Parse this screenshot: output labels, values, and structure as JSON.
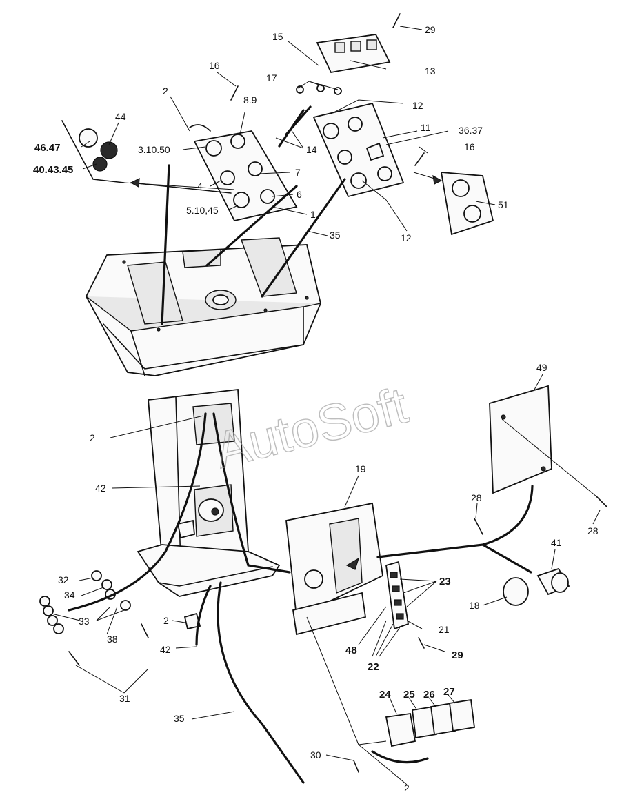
{
  "watermark": "AutoSoft",
  "callouts": [
    {
      "id": "c29a",
      "text": "29"
    },
    {
      "id": "c15",
      "text": "15"
    },
    {
      "id": "c13",
      "text": "13"
    },
    {
      "id": "c16a",
      "text": "16"
    },
    {
      "id": "c17",
      "text": "17"
    },
    {
      "id": "c2a",
      "text": "2"
    },
    {
      "id": "c89",
      "text": "8.9"
    },
    {
      "id": "c12a",
      "text": "12"
    },
    {
      "id": "c44",
      "text": "44"
    },
    {
      "id": "c4647",
      "text": "46.47"
    },
    {
      "id": "c31050",
      "text": "3.10.50"
    },
    {
      "id": "c11",
      "text": "11"
    },
    {
      "id": "c3637",
      "text": "36.37"
    },
    {
      "id": "c14",
      "text": "14"
    },
    {
      "id": "c16b",
      "text": "16"
    },
    {
      "id": "c404345",
      "text": "40.43.45"
    },
    {
      "id": "c7",
      "text": "7"
    },
    {
      "id": "c4",
      "text": "4"
    },
    {
      "id": "c6",
      "text": "6"
    },
    {
      "id": "c51",
      "text": "51"
    },
    {
      "id": "c51045",
      "text": "5.10,45"
    },
    {
      "id": "c1",
      "text": "1"
    },
    {
      "id": "c35a",
      "text": "35"
    },
    {
      "id": "c12b",
      "text": "12"
    },
    {
      "id": "c49",
      "text": "49"
    },
    {
      "id": "c2b",
      "text": "2"
    },
    {
      "id": "c19",
      "text": "19"
    },
    {
      "id": "c42a",
      "text": "42"
    },
    {
      "id": "c28a",
      "text": "28"
    },
    {
      "id": "c28b",
      "text": "28"
    },
    {
      "id": "c41",
      "text": "41"
    },
    {
      "id": "c23",
      "text": "23"
    },
    {
      "id": "c32",
      "text": "32"
    },
    {
      "id": "c34",
      "text": "34"
    },
    {
      "id": "c18",
      "text": "18"
    },
    {
      "id": "c33",
      "text": "33"
    },
    {
      "id": "c38",
      "text": "38"
    },
    {
      "id": "c21",
      "text": "21"
    },
    {
      "id": "c48",
      "text": "48"
    },
    {
      "id": "c2c",
      "text": "2"
    },
    {
      "id": "c29b",
      "text": "29"
    },
    {
      "id": "c42b",
      "text": "42"
    },
    {
      "id": "c22",
      "text": "22"
    },
    {
      "id": "c31",
      "text": "31"
    },
    {
      "id": "c24",
      "text": "24"
    },
    {
      "id": "c25",
      "text": "25"
    },
    {
      "id": "c26",
      "text": "26"
    },
    {
      "id": "c27",
      "text": "27"
    },
    {
      "id": "c35b",
      "text": "35"
    },
    {
      "id": "c30",
      "text": "30"
    },
    {
      "id": "c2d",
      "text": "2"
    }
  ]
}
